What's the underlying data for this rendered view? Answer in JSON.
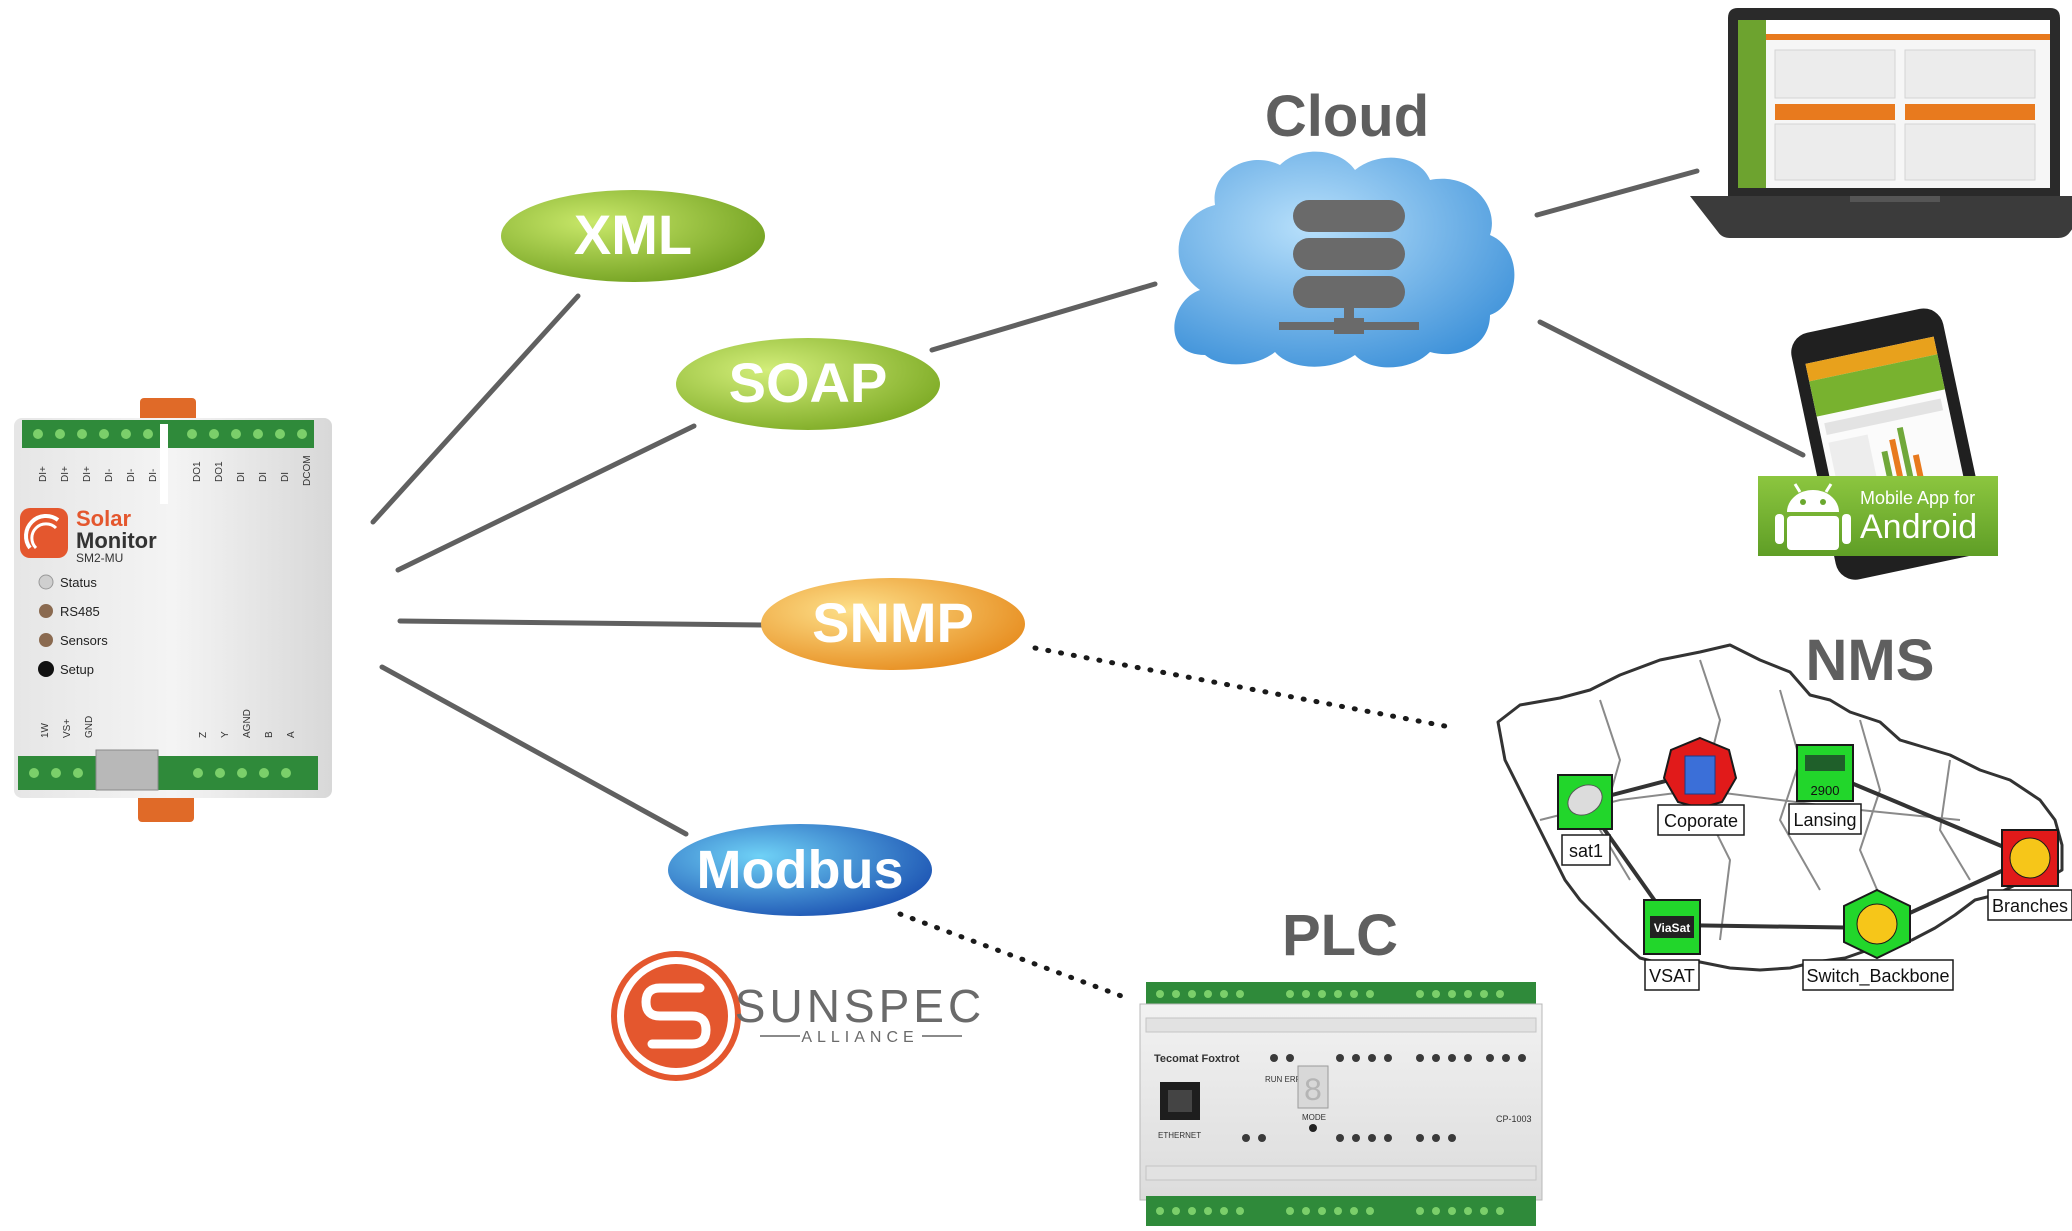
{
  "headings": {
    "cloud": "Cloud",
    "nms": "NMS",
    "plc": "PLC"
  },
  "protocols": {
    "xml": "XML",
    "soap": "SOAP",
    "snmp": "SNMP",
    "modbus": "Modbus"
  },
  "device": {
    "brand_line1": "Solar",
    "brand_line2": "Monitor",
    "model": "SM2-MU",
    "leds": [
      "Status",
      "RS485",
      "Sensors",
      "Setup"
    ],
    "top_terminals": [
      "DI+",
      "DI+",
      "DI+",
      "DI-",
      "DI-",
      "DI-",
      "DO1",
      "DO1",
      "DI",
      "DI",
      "DI",
      "DCOM"
    ],
    "bottom_terminals": [
      "1W",
      "VS+",
      "GND",
      "Z",
      "Y",
      "AGND",
      "B",
      "A"
    ]
  },
  "android_badge": {
    "line1": "Mobile App for",
    "line2": "Android"
  },
  "sunspec": {
    "name": "SUNSPEC",
    "sub": "ALLIANCE"
  },
  "nms_nodes": {
    "sat1": "sat1",
    "coporate": "Coporate",
    "lansing": "Lansing",
    "lansing_model": "2900",
    "branches": "Branches",
    "vsat": "VSAT",
    "vsat_badge": "ViaSat",
    "switch_backbone": "Switch_Backbone"
  },
  "plc_device": {
    "brand": "Tecomat Foxtrot",
    "model": "CP-1003",
    "port": "ETHERNET",
    "run_err": "RUN ERR",
    "mode": "MODE",
    "seg": "8"
  },
  "colors": {
    "xml": "#8dbb2f",
    "soap": "#9cc538",
    "snmp": "#f0a12a",
    "modbus": "#1f6fc7",
    "line": "#606060",
    "cloud": "#4a9ee0",
    "brand_orange": "#e4572e"
  }
}
